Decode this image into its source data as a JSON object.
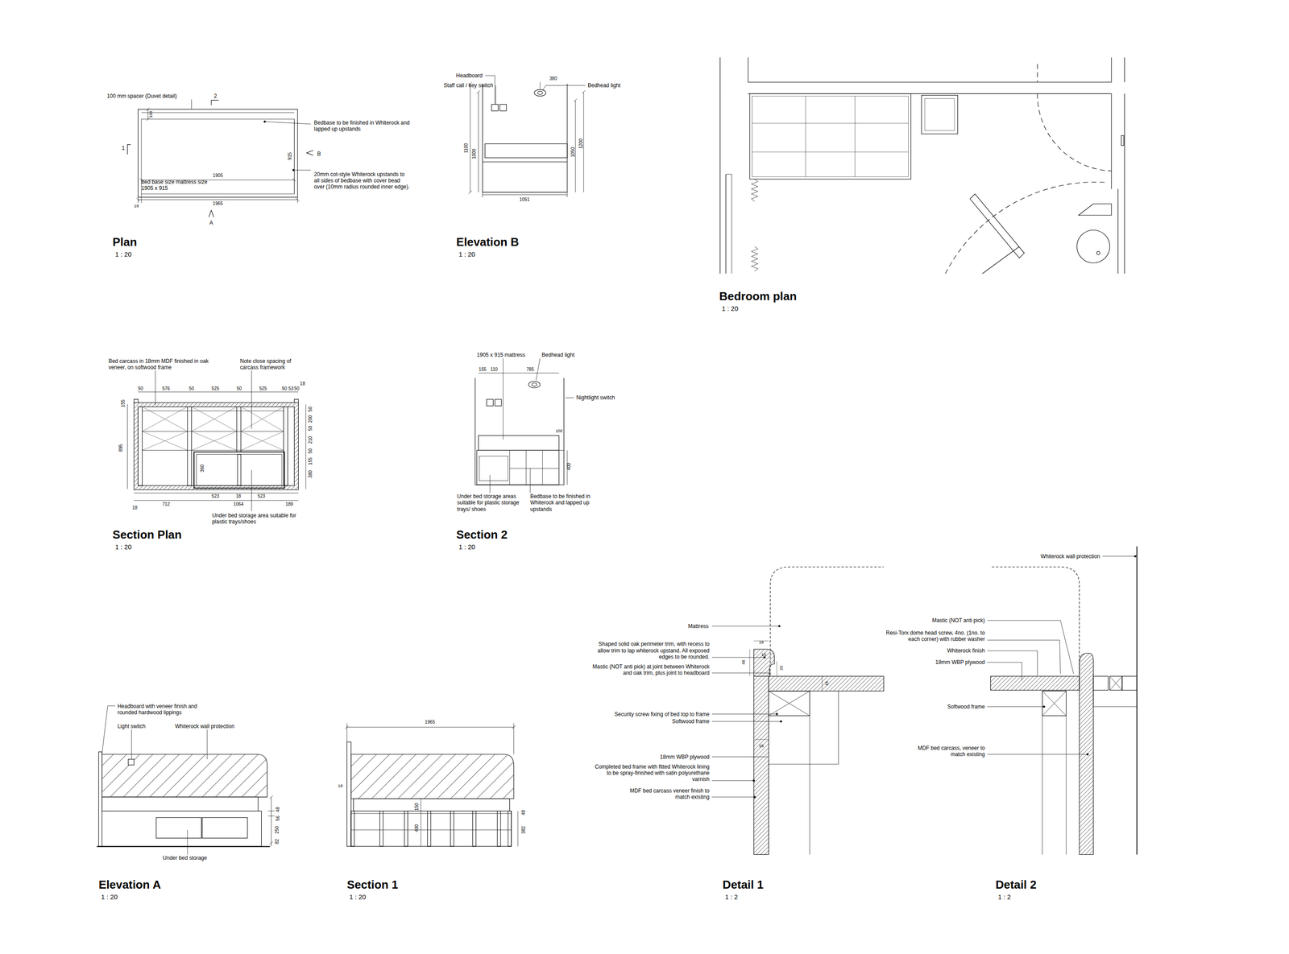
{
  "diagram": {
    "labels": [
      "100 mm spacer (Duvet detail)",
      "2",
      "100",
      "Bedbase to be finished in Whiterock and lapped up upstands",
      "1",
      "B",
      "915",
      "20mm cot-style Whiterock upstands to all sides of bedbase with cover bead over (10mm radius rounded inner edge).",
      "1905",
      "bed base size mattress size 1905 x 915",
      "1965",
      "18",
      "A",
      "Plan",
      "1 : 20",
      "Headboard",
      "Staff call / key switch",
      "380",
      "Bedhead light",
      "1100",
      "1000",
      "1050",
      "1200",
      "1051",
      "Elevation B",
      "1 : 20",
      "Bedroom plan",
      "1 : 20",
      "Bed carcass in 18mm MDF finished in oak veneer, on softwood frame",
      "Note close spacing of carcass framework",
      "50",
      "576",
      "50",
      "525",
      "50",
      "525",
      "50",
      "53",
      "50",
      "18",
      "155",
      "50",
      "200",
      "50",
      "210",
      "50",
      "155",
      "380",
      "895",
      "360",
      "523",
      "18",
      "523",
      "18",
      "712",
      "1064",
      "189",
      "Under bed storage area suitable for plastic trays/shoes",
      "Section Plan",
      "1 : 20",
      "1905 x 915 mattress",
      "Bedhead light",
      "155",
      "110",
      "785",
      "Nightlight switch",
      "100",
      "400",
      "Under bed storage areas suitable for plastic storage trays/ shoes",
      "Bedbase to be finished in Whiterock and lapped up upstands",
      "Section 2",
      "1 : 20",
      "Headboard with veneer finish and rounded hardwood lippings",
      "Light switch",
      "Whiterock wall protection",
      "Under bed storage",
      "56",
      "48",
      "250",
      "82",
      "Elevation A",
      "1 : 20",
      "1965",
      "18",
      "150",
      "400",
      "48",
      "382",
      "Section 1",
      "1 : 20",
      "Mattress",
      "Shaped solid oak perimeter trim, with recess to allow trim to lap whiterock upstand. All exposed edges to be rounded.",
      "Mastic (NOT anti pick) at joint between Whiterock and oak trim, plus joint to headboard",
      "19",
      "10",
      "48",
      "20",
      "18",
      "Security screw fixing of bed top to frame",
      "Softwood frame",
      "18",
      "18mm WBP plywood",
      "Completed bed frame with fitted Whiterock lining to be spray-finished with satin polyurethane varnish",
      "MDF bed carcass veneer finish to match existing",
      "Detail 1",
      "1 : 2",
      "Whiterock wall protection",
      "Mastic (NOT anti pick)",
      "Resi-Torx dome head screw, 4no. (1no. to each corner) with rubber washer",
      "Whiterock finish",
      "18mm WBP plywood",
      "Softwood frame",
      "MDF bed carcass, veneer to match existing",
      "Detail 2",
      "1 : 2"
    ]
  }
}
